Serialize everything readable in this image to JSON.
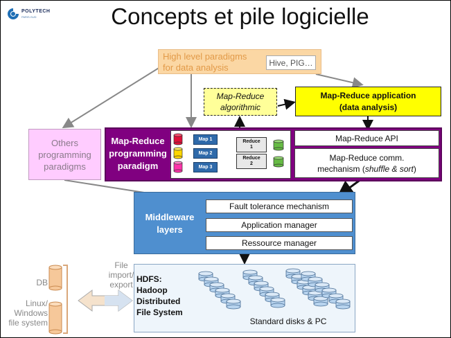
{
  "title": "Concepts et pile logicielle",
  "logo": {
    "name": "POLYTECH",
    "sub": "PARIS-SUD"
  },
  "high_level": {
    "label": "High level paradigms for data analysis",
    "tools": "Hive, PIG…"
  },
  "mapreduce_algorithmic": {
    "line1": "Map-Reduce",
    "line2": "algorithmic"
  },
  "mapreduce_application": {
    "line1": "Map-Reduce application",
    "line2": "(data analysis)"
  },
  "others": {
    "line1": "Others",
    "line2": "programming",
    "line3": "paradigms"
  },
  "mapreduce_paradigm": {
    "line1": "Map-Reduce",
    "line2": "programming",
    "line3": "paradigm",
    "maps": [
      "Map 1",
      "Map 2",
      "Map 3"
    ],
    "reduces": [
      {
        "line1": "Reduce",
        "line2": "1"
      },
      {
        "line1": "Reduce",
        "line2": "2"
      }
    ],
    "input_colors": [
      "#e0103a",
      "#ffd700",
      "#ff33aa"
    ],
    "output_color": "#66bb44"
  },
  "api": "Map-Reduce API",
  "comm": {
    "line1": "Map-Reduce comm.",
    "line2_pre": "mechanism (",
    "line2_em": "shuffle & sort",
    "line2_post": ")"
  },
  "middleware": {
    "line1": "Middleware",
    "line2": "layers",
    "boxes": [
      "Fault tolerance mechanism",
      "Application manager",
      "Ressource manager"
    ]
  },
  "hdfs": {
    "line1": "HDFS:",
    "line2": "Hadoop",
    "line3": "Distributed",
    "line4": "File System",
    "caption": "Standard disks & PC"
  },
  "file_io": {
    "line1": "File",
    "line2": "import/",
    "line3": "export"
  },
  "db": "DB",
  "linux": {
    "line1": "Linux/",
    "line2": "Windows",
    "line3": "file system"
  },
  "colors": {
    "orange": "#fbd7a4",
    "purple": "#800080",
    "blue": "#4f8fcf",
    "yellow": "#ffff00"
  }
}
